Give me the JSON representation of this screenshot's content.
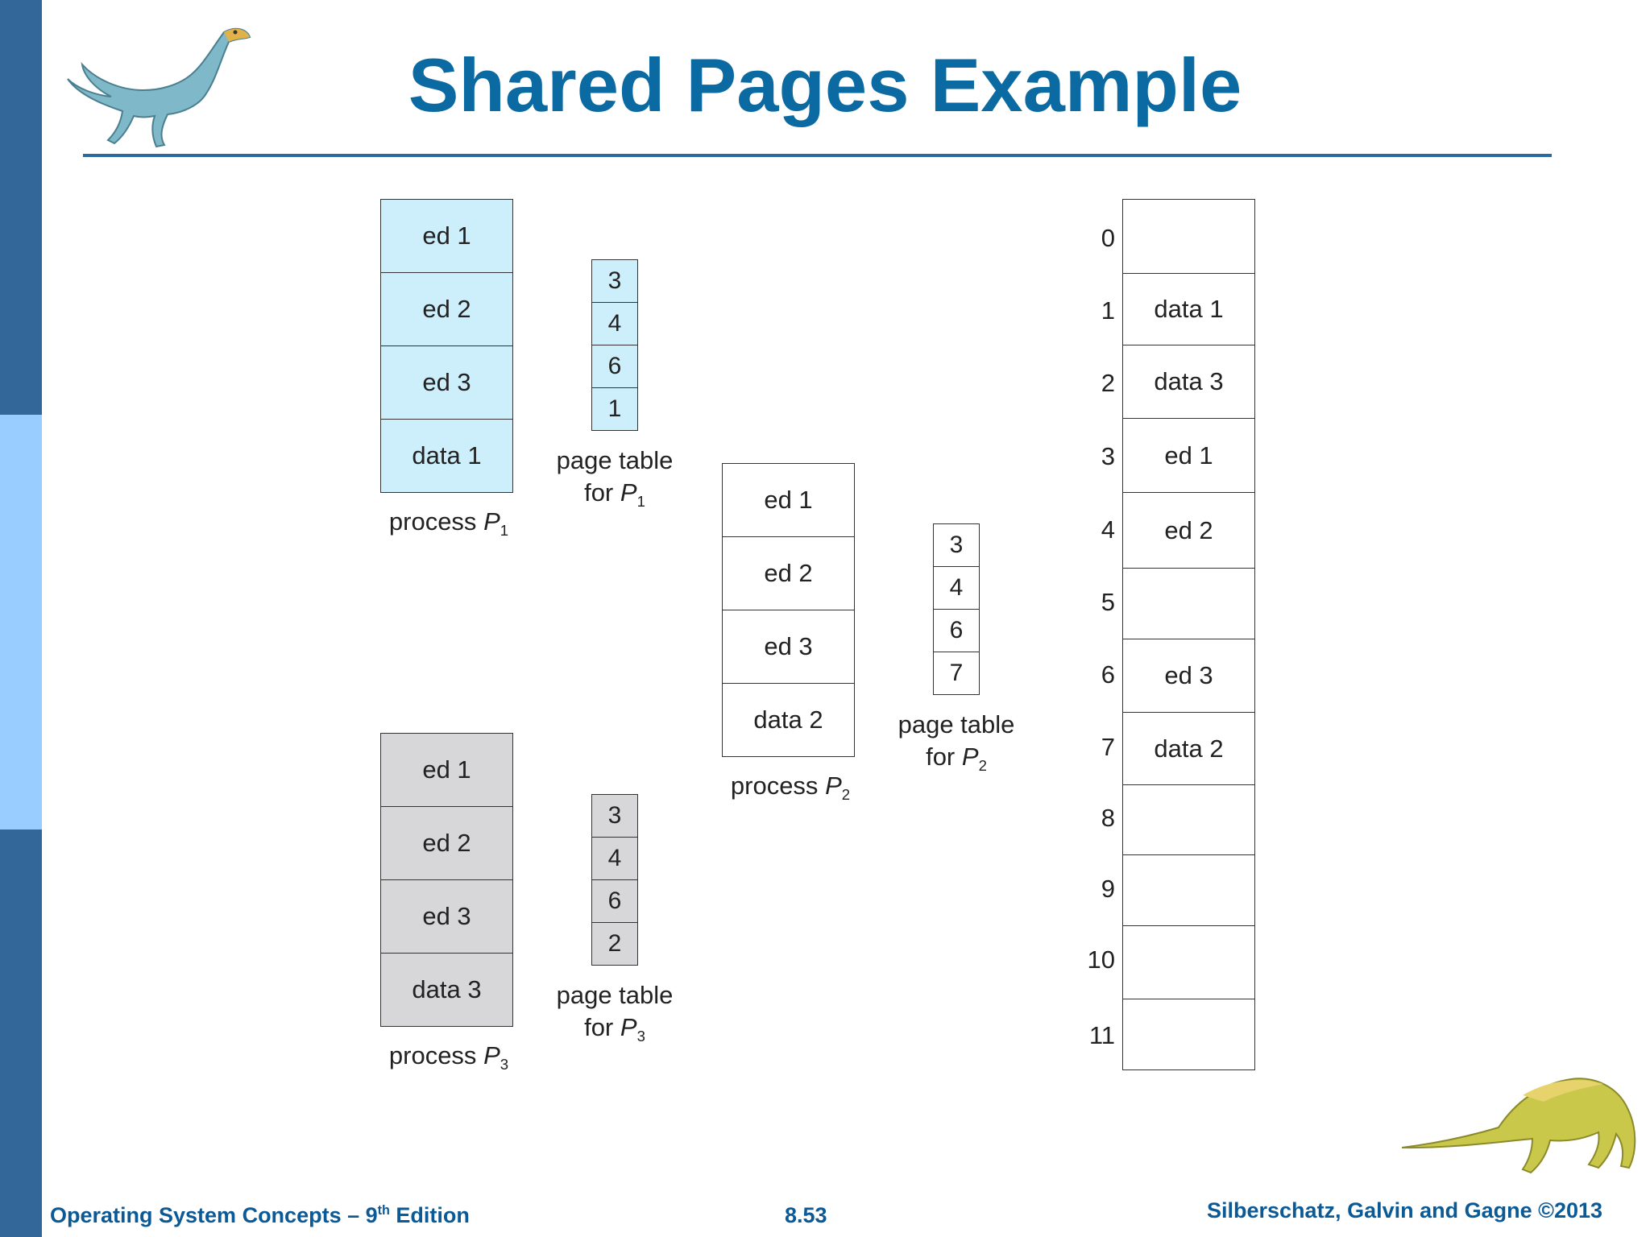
{
  "title": "Shared Pages Example",
  "process_p1": {
    "pages": [
      "ed 1",
      "ed 2",
      "ed 3",
      "data 1"
    ],
    "label": "process",
    "label_var": "P",
    "label_sub": "1"
  },
  "page_table_p1": {
    "entries": [
      "3",
      "4",
      "6",
      "1"
    ],
    "label_line1": "page table",
    "label_line2": "for",
    "label_var": "P",
    "label_sub": "1"
  },
  "process_p2": {
    "pages": [
      "ed 1",
      "ed 2",
      "ed 3",
      "data 2"
    ],
    "label": "process",
    "label_var": "P",
    "label_sub": "2"
  },
  "page_table_p2": {
    "entries": [
      "3",
      "4",
      "6",
      "7"
    ],
    "label_line1": "page table",
    "label_line2": "for",
    "label_var": "P",
    "label_sub": "2"
  },
  "process_p3": {
    "pages": [
      "ed 1",
      "ed 2",
      "ed 3",
      "data 3"
    ],
    "label": "process",
    "label_var": "P",
    "label_sub": "3"
  },
  "page_table_p3": {
    "entries": [
      "3",
      "4",
      "6",
      "2"
    ],
    "label_line1": "page table",
    "label_line2": "for",
    "label_var": "P",
    "label_sub": "3"
  },
  "physical_memory": {
    "frames": [
      {
        "num": "0",
        "content": ""
      },
      {
        "num": "1",
        "content": "data 1"
      },
      {
        "num": "2",
        "content": "data 3"
      },
      {
        "num": "3",
        "content": "ed 1"
      },
      {
        "num": "4",
        "content": "ed 2"
      },
      {
        "num": "5",
        "content": ""
      },
      {
        "num": "6",
        "content": "ed 3"
      },
      {
        "num": "7",
        "content": "data 2"
      },
      {
        "num": "8",
        "content": ""
      },
      {
        "num": "9",
        "content": ""
      },
      {
        "num": "10",
        "content": ""
      },
      {
        "num": "11",
        "content": ""
      }
    ]
  },
  "footer": {
    "left_main": "Operating System Concepts – 9",
    "left_sup": "th",
    "left_end": " Edition",
    "center": "8.53",
    "right": "Silberschatz, Galvin and Gagne ©2013"
  },
  "colors": {
    "sidebar": "#336699",
    "sidebar_light": "#99ccff",
    "title": "#0b6aa2",
    "p1_fill": "#cdeefb",
    "p3_fill": "#d7d7d9",
    "footer": "#0b5a96"
  }
}
